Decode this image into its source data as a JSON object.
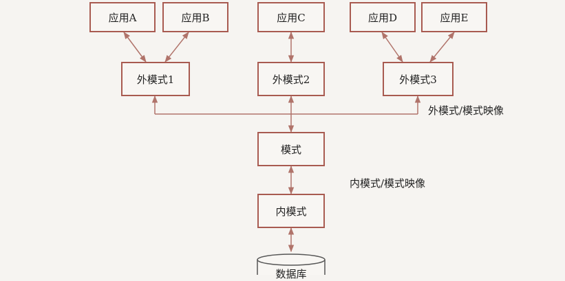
{
  "applications": [
    {
      "label": "应用A"
    },
    {
      "label": "应用B"
    },
    {
      "label": "应用C"
    },
    {
      "label": "应用D"
    },
    {
      "label": "应用E"
    }
  ],
  "external_schemas": [
    {
      "label": "外模式1"
    },
    {
      "label": "外模式2"
    },
    {
      "label": "外模式3"
    }
  ],
  "schema": {
    "label": "模式"
  },
  "internal_schema": {
    "label": "内模式"
  },
  "database": {
    "label": "数据库"
  },
  "mappings": {
    "external_schema": "外模式/模式映像",
    "internal_schema": "内模式/模式映像"
  },
  "colors": {
    "box_border": "#a85a50",
    "connector": "#b0736a",
    "background": "#f6f4f1"
  }
}
